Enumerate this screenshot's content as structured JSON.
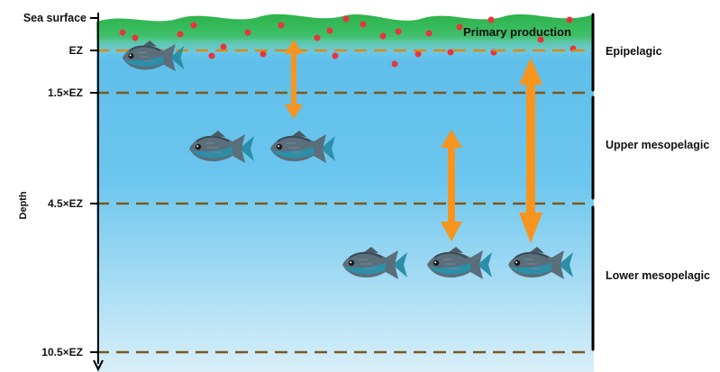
{
  "labels": {
    "sea_surface": "Sea surface",
    "ez": "EZ",
    "ez_1_5": "1.5×EZ",
    "ez_4_5": "4.5×EZ",
    "ez_10_5": "10.5×EZ",
    "depth": "Depth",
    "primary_production": "Primary production"
  },
  "zones": {
    "epipelagic": "Epipelagic",
    "upper_mesopelagic": "Upper mesopelagic",
    "lower_mesopelagic": "Lower mesopelagic"
  },
  "icons": [
    "fish-icon",
    "phytoplankton-dot",
    "migration-arrow",
    "depth-arrow"
  ],
  "colors": {
    "surface_green": "#2fb14a",
    "water_top": "#5fc0ec",
    "water_bottom": "#d6eef9",
    "dashed_line": "#7a5a1e",
    "ez_line": "#d98a1a",
    "arrow_orange": "#f7941d",
    "dot_red": "#e8343c"
  }
}
